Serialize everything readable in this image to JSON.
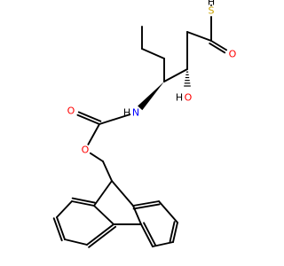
{
  "molecule": {
    "atom_labels": {
      "thiol_s": "S",
      "thiol_h": "H",
      "carbonyl_o": "O",
      "hydroxyl_o": "O",
      "hydroxyl_h": "H",
      "amide_n": "N",
      "amide_h": "H",
      "carbamate_carbonyl_o": "O",
      "carbamate_ester_o": "O"
    },
    "colors": {
      "bond": "#000000",
      "oxygen": "#ff0000",
      "nitrogen": "#0000ff",
      "sulfur": "#c8a000",
      "hydrogen": "#000000"
    }
  }
}
